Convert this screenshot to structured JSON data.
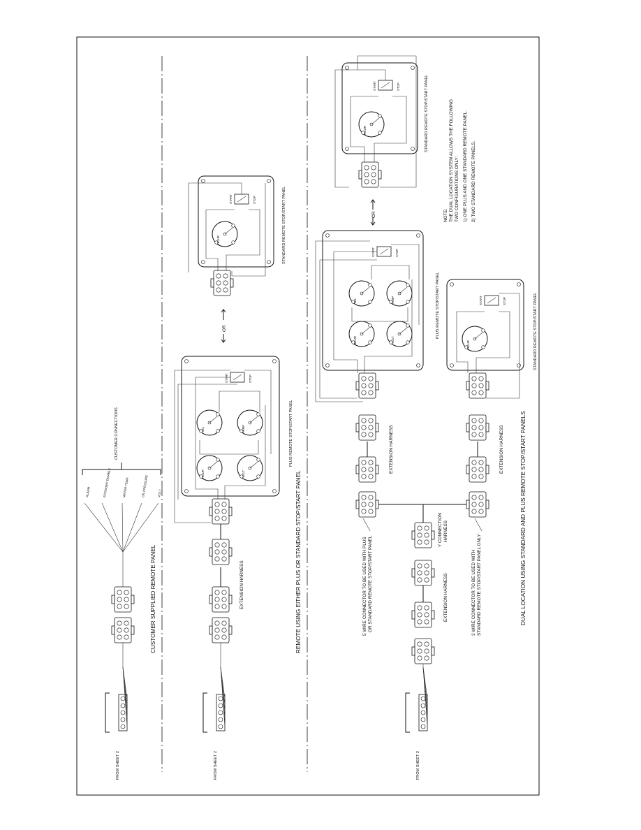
{
  "sections": {
    "customer": {
      "title": "CUSTOMER SUPPLIED REMOTE PANEL",
      "customer_connections": "CUSTOMER CONNECTIONS",
      "from_sheet": "FROM SHEET 2",
      "wire_labels": [
        "ALARM",
        "ECONOMY DISABLE",
        "WATER TEMP.",
        "OIL PRESSURE",
        "VOLT"
      ]
    },
    "remote": {
      "title": "REMOTE USING EITHER PLUS OR STANDARD STOP/START PANEL",
      "from_sheet": "FROM SHEET 2",
      "extension_harness": "EXTENSION HARNESS",
      "plus_panel": "PLUS REMOTE STOP/START PANEL",
      "standard_panel": "STANDARD REMOTE STOP/START PANEL",
      "or": "OR"
    },
    "dual": {
      "title": "DUAL LOCATION USING STANDARD AND PLUS REMOTE STOP/START PANELS",
      "from_sheet": "FROM SHEET 2",
      "extension_harness": "EXTENSION HARNESS",
      "y_connection": [
        "Y CONNECTION",
        "HARNESS"
      ],
      "five_wire": [
        "5 WIRE CONNECTOR TO BE USED WITH PLUS",
        "OR STANDARD REMOTE STOP/START PANEL"
      ],
      "three_wire": [
        "3 WIRE CONNECTOR TO BE USED WITH",
        "STANDARD REMOTE STOP/START PANEL ONLY"
      ],
      "plus_panel": "PLUS REMOTE STOP/START PANEL",
      "standard_panel": "STANDARD REMOTE STOP/START PANEL",
      "or": "OR",
      "note": [
        "NOTE:",
        "THE DUAL LOCATION SYSTEM ALLOWS THE FOLLOWING",
        "TWO CONFIGURATIONS ONLY:",
        "1)  ONE PLUS AND ONE STANDARD REMOTE PANEL.",
        "2)  TWO STANDARD REMOTE PANELS."
      ]
    }
  },
  "panel_text": {
    "start": "START",
    "stop": "STOP",
    "hour": "HOUR",
    "oil": "OIL",
    "temp": "TEMP",
    "volt": "VOLT"
  }
}
